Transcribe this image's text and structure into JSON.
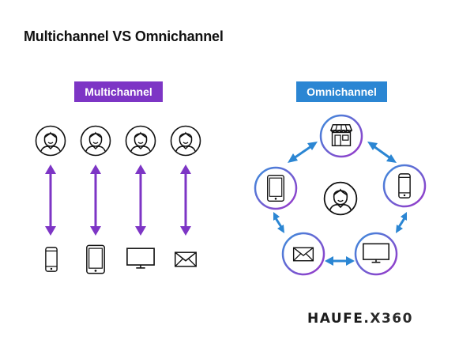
{
  "title": "Multichannel VS Omnichannel",
  "multichannel": {
    "label": "Multichannel",
    "color": "#7d35c5",
    "channels": [
      "person-icon",
      "person-icon",
      "person-icon",
      "person-icon"
    ],
    "devices": [
      "smartphone-icon",
      "tablet-icon",
      "monitor-icon",
      "envelope-icon"
    ]
  },
  "omnichannel": {
    "label": "Omnichannel",
    "color": "#2b86d3",
    "center": "person-icon",
    "nodes": [
      "store-icon",
      "smartphone-icon",
      "monitor-icon",
      "envelope-icon",
      "tablet-icon"
    ]
  },
  "logo": {
    "text_main": "HAUFE.",
    "text_accent": "X360"
  }
}
